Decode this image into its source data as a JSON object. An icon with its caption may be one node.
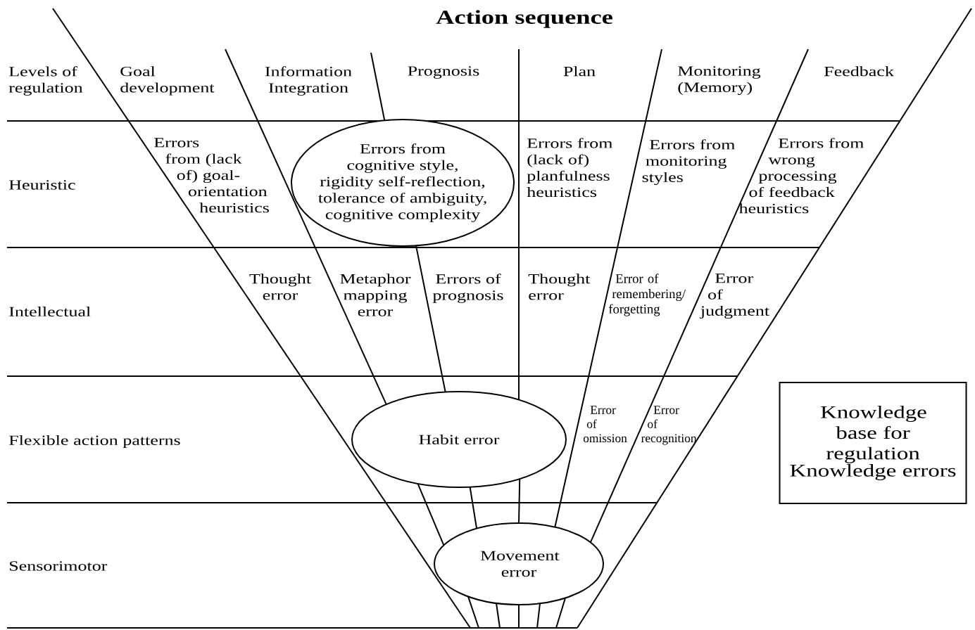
{
  "diagram": {
    "title": "Action sequence",
    "nodes": [
      {
        "text": [
          "Errors from cognitive style, rigidity self-reflection, tolerance of ambiguity, cognitive complexity"
        ]
      },
      {
        "text": [
          "Habit error"
        ]
      },
      {
        "text": [
          "Movement error"
        ]
      },
      {
        "text": [
          "Knowledge base for regulation",
          "Knowledge errors"
        ]
      }
    ],
    "edges": [
      {
        "from": 0,
        "to": 1,
        "arrow": "none"
      },
      {
        "from": 1,
        "to": 2,
        "arrow": "none"
      },
      {
        "from": 1,
        "to": 2,
        "arrow": "none"
      },
      {
        "from": 1,
        "to": 2,
        "arrow": "none"
      }
    ],
    "labels": [
      "Levels of regulation",
      "Goal development",
      "Information Integration",
      "Prognosis",
      "Plan",
      "Monitoring (Memory)",
      "Feedback",
      "Heuristic",
      "Errors from (lack of) goal-orientation heuristics",
      "Errors from (lack of) planfulness heuristics",
      "Errors from monitoring styles",
      "Errors from wrong processing of feedback heuristics",
      "Intellectual",
      "Thought error",
      "Metaphor mapping error",
      "Errors of prognosis",
      "Thought error",
      "Error of remembering/ forgetting",
      "Error of judgment",
      "Flexible action patterns",
      "Error of omission",
      "Error of recognition",
      "Sensorimotor"
    ]
  }
}
